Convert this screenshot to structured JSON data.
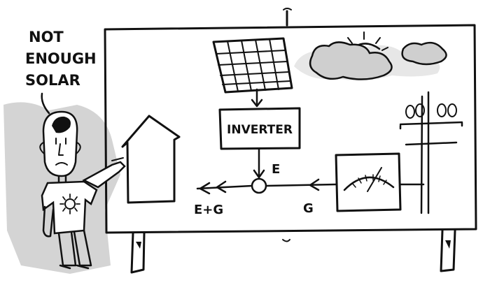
{
  "speech": {
    "line1": "NOT",
    "line2": "ENOUGH",
    "line3": "SOLAR"
  },
  "diagram": {
    "inverter_label": "INVERTER",
    "energy_label": "E",
    "grid_label": "G",
    "combined_label": "E+G"
  },
  "colors": {
    "ink": "#111111",
    "wash": "#d4d4d4",
    "paper": "#ffffff"
  },
  "icons": [
    "solar-panel-icon",
    "sun-cloud-icon",
    "house-icon",
    "meter-icon",
    "utility-pole-icon",
    "sun-icon"
  ]
}
